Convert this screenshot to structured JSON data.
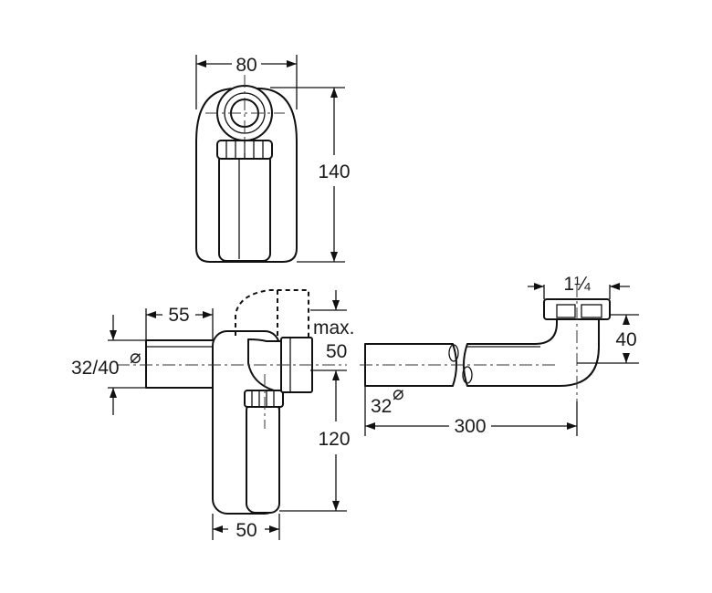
{
  "dimensions": {
    "front_width": "80",
    "front_height": "140",
    "side_pipe_length": "55",
    "side_pipe_diameter": "32/40",
    "diameter_symbol": "⌀",
    "max_label": "max.",
    "max_value": "50",
    "side_height": "120",
    "side_width": "50",
    "thread_size": "1¼",
    "nut_height": "40",
    "tube_diameter": "32",
    "tube_length": "300"
  },
  "colors": {
    "line": "#111111",
    "background": "#ffffff"
  }
}
